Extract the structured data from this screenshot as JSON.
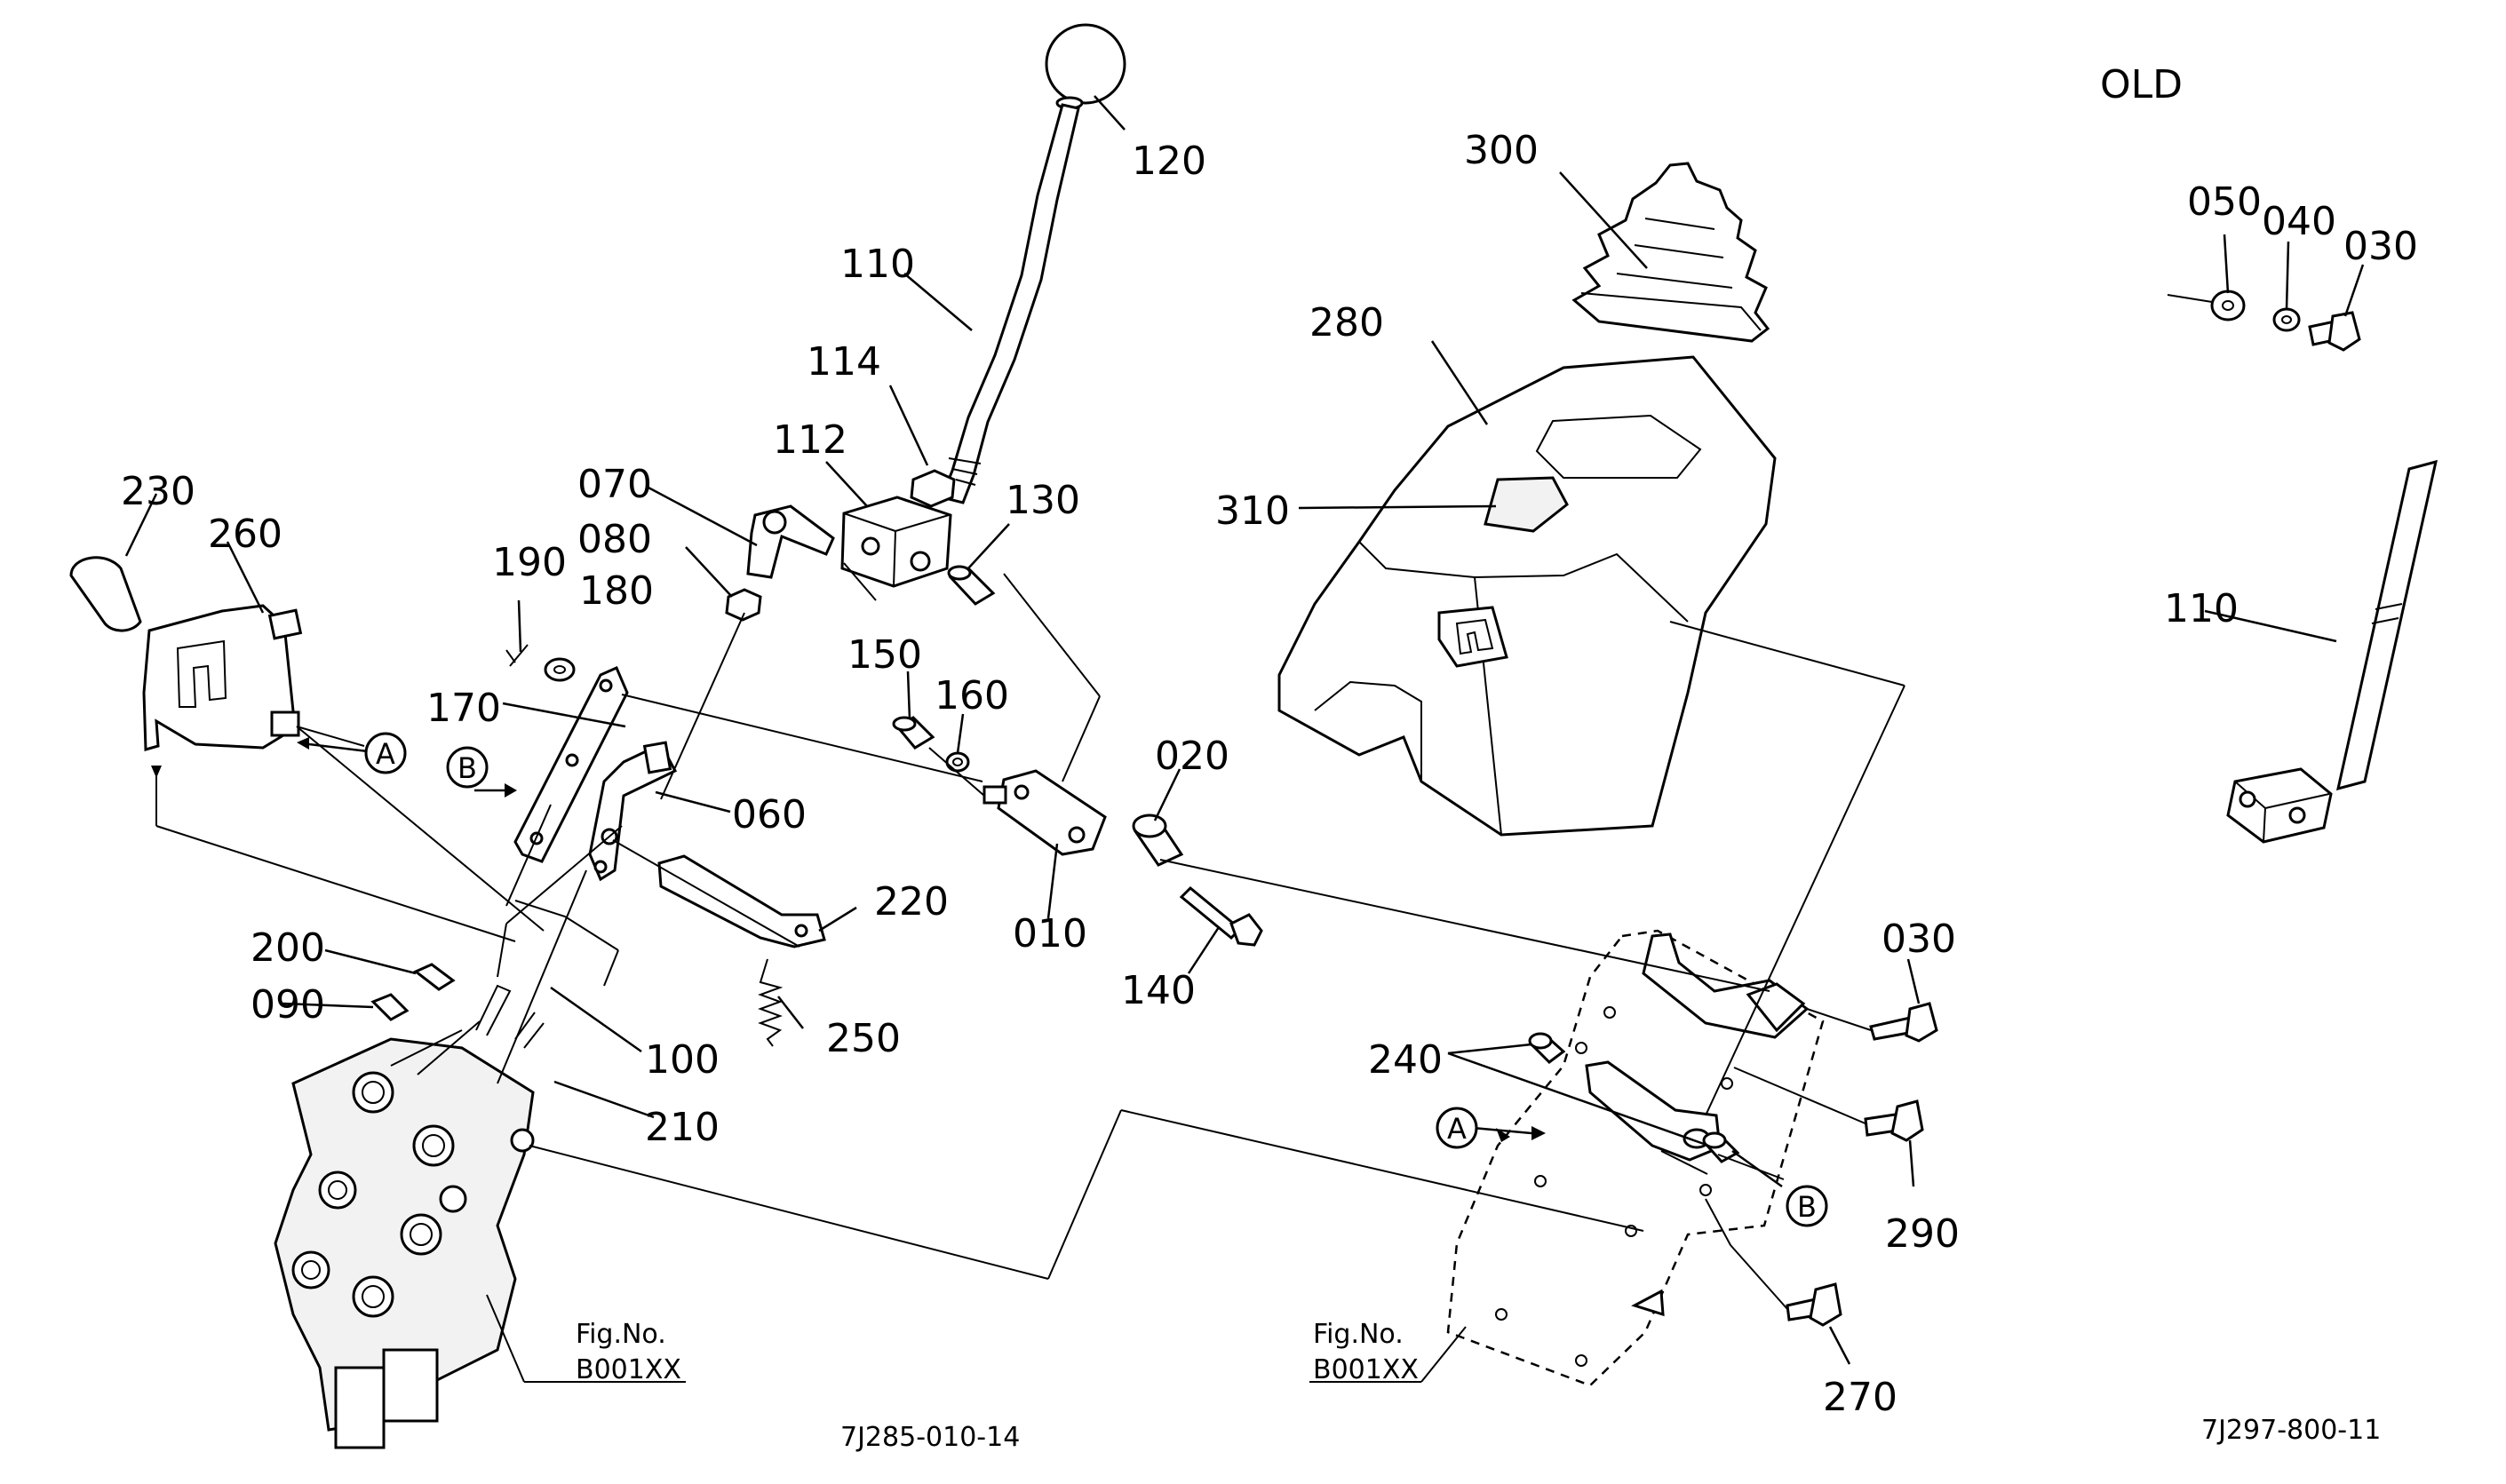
{
  "labels": {
    "old": "OLD",
    "p120": "120",
    "p110": "110",
    "p114": "114",
    "p112": "112",
    "p130": "130",
    "p070": "070",
    "p080": "080",
    "p190": "190",
    "p180": "180",
    "p230": "230",
    "p260": "260",
    "p170": "170",
    "p150": "150",
    "p160": "160",
    "p020": "020",
    "p060": "060",
    "p220": "220",
    "p010": "010",
    "p140": "140",
    "p200": "200",
    "p090": "090",
    "p250": "250",
    "p100": "100",
    "p210": "210",
    "p300": "300",
    "p280": "280",
    "p310": "310",
    "p050": "050",
    "p040": "040",
    "p030_old": "030",
    "p110_old": "110",
    "p030": "030",
    "p240": "240",
    "p290": "290",
    "p270": "270"
  },
  "callouts": {
    "a_left": "A",
    "b_left": "B",
    "a_right": "A",
    "b_right": "B"
  },
  "figrefs": {
    "left_caption": "Fig.No.",
    "left_number": "B001XX",
    "right_caption": "Fig.No.",
    "right_number": "B001XX"
  },
  "drawing_codes": {
    "center": "7J285-010-14",
    "right": "7J297-800-11"
  }
}
